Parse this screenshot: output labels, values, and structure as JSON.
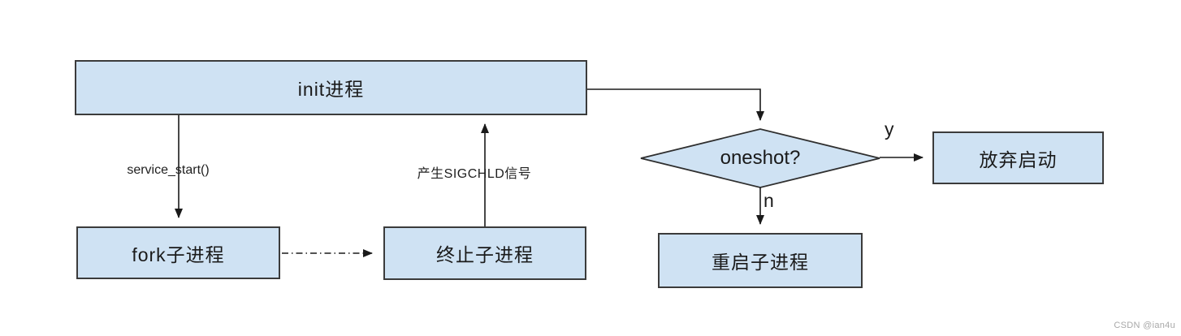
{
  "diagram": {
    "title_hint": "init process service flowchart",
    "nodes": {
      "init": {
        "label": "init进程",
        "shape": "rect"
      },
      "fork": {
        "label": "fork子进程",
        "shape": "rect"
      },
      "terminate": {
        "label": "终止子进程",
        "shape": "rect"
      },
      "oneshot": {
        "label": "oneshot?",
        "shape": "diamond"
      },
      "abandon": {
        "label": "放弃启动",
        "shape": "rect"
      },
      "restart": {
        "label": "重启子进程",
        "shape": "rect"
      }
    },
    "edges": [
      {
        "from": "init",
        "to": "fork",
        "label": "service_start()",
        "style": "solid"
      },
      {
        "from": "fork",
        "to": "terminate",
        "label": "",
        "style": "dash-dot"
      },
      {
        "from": "terminate",
        "to": "init",
        "label": "产生SIGCHLD信号",
        "style": "solid"
      },
      {
        "from": "init",
        "to": "oneshot",
        "label": "",
        "style": "solid"
      },
      {
        "from": "oneshot",
        "to": "abandon",
        "label": "y",
        "style": "solid"
      },
      {
        "from": "oneshot",
        "to": "restart",
        "label": "n",
        "style": "solid"
      }
    ],
    "edge_labels": {
      "service_start": "service_start()",
      "sigchld": "产生SIGCHLD信号",
      "yes": "y",
      "no": "n"
    },
    "colors": {
      "node_fill": "#cfe2f3",
      "node_border": "#3b3b3b",
      "arrow": "#1a1a1a",
      "background": "#ffffff",
      "watermark": "#a8a8a8"
    }
  },
  "watermark": "CSDN @ian4u"
}
